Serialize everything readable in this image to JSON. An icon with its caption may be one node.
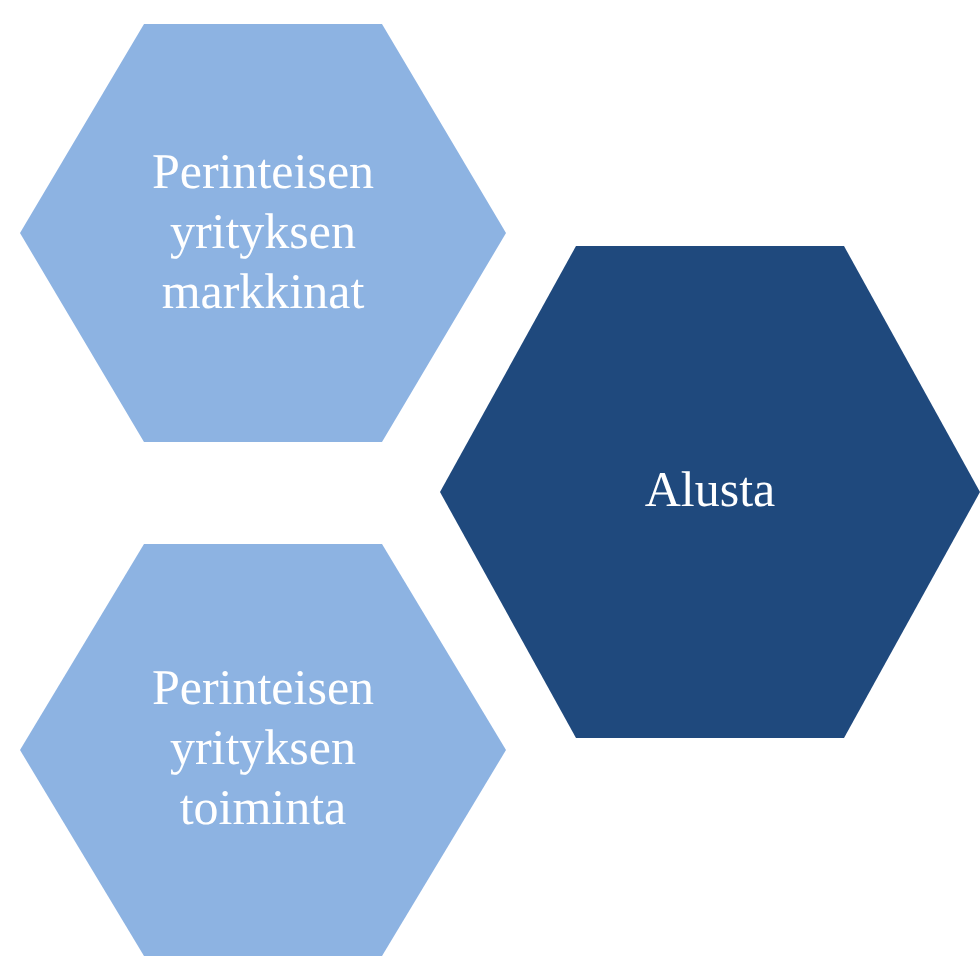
{
  "diagram": {
    "nodes": [
      {
        "text": [
          "Perinteisen yrityksen markkinat"
        ]
      },
      {
        "text": [
          "Perinteisen yrityksen toiminta"
        ]
      },
      {
        "text": [
          "Alusta"
        ]
      }
    ]
  }
}
